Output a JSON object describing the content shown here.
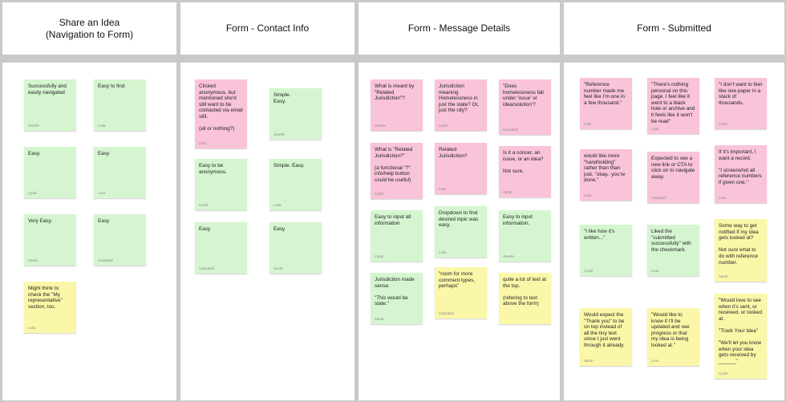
{
  "columns": [
    {
      "title": "Share an Idea\n(Navigation to Form)"
    },
    {
      "title": "Form - Contact Info"
    },
    {
      "title": "Form - Message Details"
    },
    {
      "title": "Form - Submitted"
    }
  ],
  "notes": [
    {
      "text": "Successfully and easily navigated",
      "author": "Janelle",
      "color": "green"
    },
    {
      "text": "Easy to find",
      "author": "Leila",
      "color": "green"
    },
    {
      "text": "Easy.",
      "author": "Cydel",
      "color": "green"
    },
    {
      "text": "Easy",
      "author": "Livia",
      "color": "green"
    },
    {
      "text": "Very Easy.",
      "author": "Sarah",
      "color": "green"
    },
    {
      "text": "Easy",
      "author": "Campbell",
      "color": "green"
    },
    {
      "text": "Might think to check the \"My representative\" section, too.",
      "author": "Leila",
      "color": "yellow"
    },
    {
      "text": "Clicked anonymous, but mentioned she'd still want to be contacted via email still.\n\n(all or nothing?)",
      "author": "Livia",
      "color": "pink"
    },
    {
      "text": "Simple.\nEasy.",
      "author": "Janelle",
      "color": "green"
    },
    {
      "text": "Easy to be anonymous.",
      "author": "Cydel",
      "color": "green"
    },
    {
      "text": "Simple. Easy.",
      "author": "Leila",
      "color": "green"
    },
    {
      "text": "Easy",
      "author": "Campbell",
      "color": "green"
    },
    {
      "text": "Easy",
      "author": "Sarah",
      "color": "green"
    },
    {
      "text": "What is meant by \"Related Jurisdiction\"?",
      "author": "Janelle",
      "color": "pink"
    },
    {
      "text": "Jurisdiction meaning Homelessness in just the state? Or, just the city?",
      "author": "Cydel",
      "color": "pink"
    },
    {
      "text": "\"Does homelessness fall under 'issue' or idea/solution'?",
      "author": "Campbell",
      "color": "pink"
    },
    {
      "text": "What is \"Related Jurisdiction?\"\n\n(a functional \"?\" info/help button could be useful)",
      "author": "Cydel",
      "color": "pink"
    },
    {
      "text": "Related Jurisdiction?",
      "author": "Livia",
      "color": "pink"
    },
    {
      "text": "Is it a concer, an issue, or an idea?\n\nNot sure.",
      "author": "Sarah",
      "color": "pink"
    },
    {
      "text": "Easy to input all information",
      "author": "Cydel",
      "color": "green"
    },
    {
      "text": "Dropdown to find desired topic was easy.",
      "author": "Leila",
      "color": "green"
    },
    {
      "text": "Easy to input information.",
      "author": "Janelle",
      "color": "green"
    },
    {
      "text": "Jurisdiction made sense.\n\n\"This would be state.\"",
      "author": "Sarah",
      "color": "green"
    },
    {
      "text": "\"room for more comment types, perhaps\"",
      "author": "Campbell",
      "color": "yellow"
    },
    {
      "text": "quite a lot of text at the top.\n\n(refering to text above the form)",
      "author": "",
      "color": "yellow"
    },
    {
      "text": "\"Reference number made me feel like I'm one in a few thousand.\"",
      "author": "Leila",
      "color": "pink"
    },
    {
      "text": "\"There's nothing personal on this page. I feel like it went to a black hole or archive and it feels like it won't be read\"",
      "author": "Leila",
      "color": "pink"
    },
    {
      "text": "\"I don't want to feel like one paper in a stack of thousands.",
      "author": "Cydel",
      "color": "pink"
    },
    {
      "text": "would like more \"handholding\" rather than than just, \"okay.. you're done.\"",
      "author": "Livia",
      "color": "pink"
    },
    {
      "text": "Expected to see a new link or CTA to click on to navigate away.",
      "author": "Campbell",
      "color": "pink"
    },
    {
      "text": "If it's important, I want a record.\n\n\"I screenshot all reference numbers if given one.\"",
      "author": "Leila",
      "color": "pink"
    },
    {
      "text": "\"I like how it's written...\"",
      "author": "Cydel",
      "color": "green"
    },
    {
      "text": "Liked the \"submitted successfully\" with the checkmark.",
      "author": "Livia",
      "color": "green"
    },
    {
      "text": "Some way to get notified if my idea gets looked at?\n\nNot sure what to do with reference number.",
      "author": "Sarah",
      "color": "yellow"
    },
    {
      "text": "Would expect the \"Thank you\" to be on top instead of all the tiny text since I just went through it already.",
      "author": "Sarah",
      "color": "yellow"
    },
    {
      "text": "\"Would like to know if I'll be updated and see progress or that my idea is being looked at.\"",
      "author": "Livia",
      "color": "yellow"
    },
    {
      "text": "\"Would love to see when it's sent, or received, or looked at.\n\n\"Track Your Idea\"\n\n\"We'll let you know when your idea gets received by ______\"",
      "author": "Cydel",
      "color": "yellow"
    }
  ]
}
